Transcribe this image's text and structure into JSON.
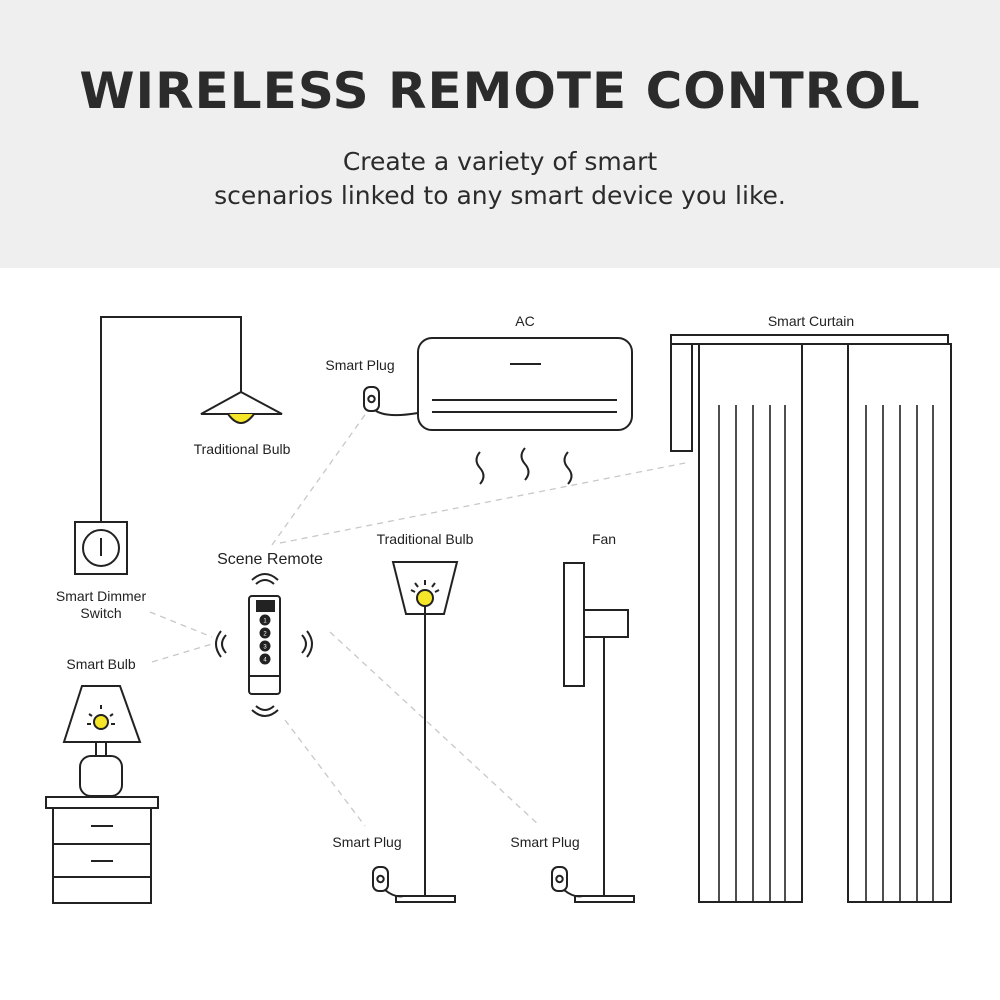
{
  "header": {
    "title": "WIRELESS REMOTE CONTROL",
    "subtitle_line1": "Create a variety of smart",
    "subtitle_line2": "scenarios linked to any smart device you like."
  },
  "labels": {
    "traditional_bulb_ceiling": "Traditional Bulb",
    "smart_plug_ac": "Smart Plug",
    "ac": "AC",
    "smart_curtain": "Smart Curtain",
    "scene_remote": "Scene Remote",
    "smart_dimmer_switch_line1": "Smart Dimmer",
    "smart_dimmer_switch_line2": "Switch",
    "smart_bulb": "Smart Bulb",
    "traditional_bulb_floor": "Traditional Bulb",
    "fan": "Fan",
    "smart_plug_floor_lamp": "Smart Plug",
    "smart_plug_fan": "Smart Plug"
  },
  "remote": {
    "buttons": [
      "1",
      "2",
      "3",
      "4"
    ]
  },
  "colors": {
    "header_bg": "#efefef",
    "line": "#222222",
    "bulb_yellow": "#f5e62a",
    "dashed": "#c8c8c8"
  }
}
